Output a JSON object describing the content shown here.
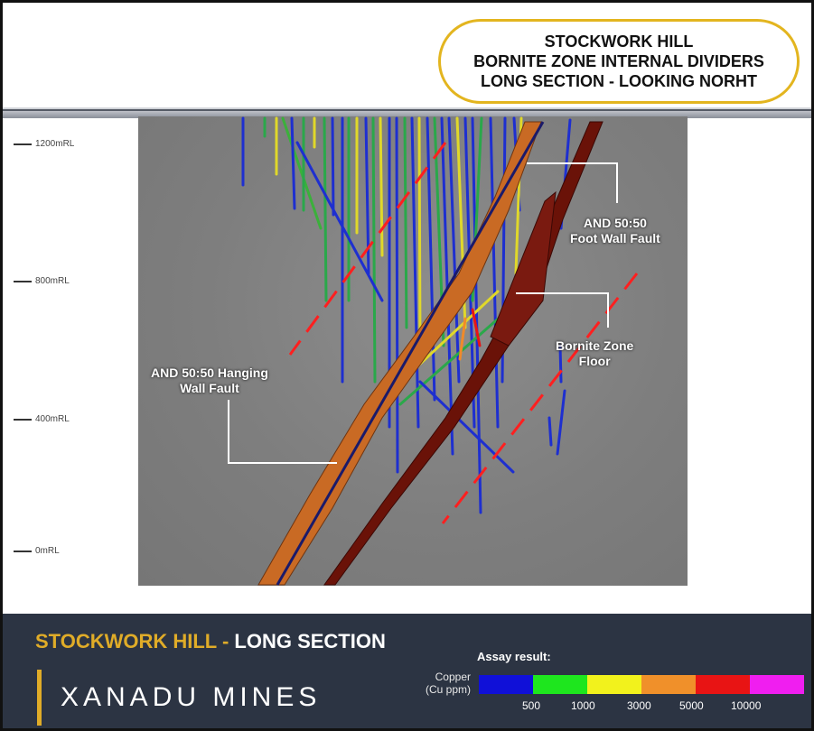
{
  "title_box": {
    "line1": "STOCKWORK HILL",
    "line2": "BORNITE ZONE INTERNAL DIVIDERS",
    "line3": "LONG SECTION - LOOKING NORHT"
  },
  "elevation_scale": [
    "1200mRL",
    "800mRL",
    "400mRL",
    "0mRL"
  ],
  "callouts": {
    "foot_wall": [
      "AND 50:50",
      "Foot Wall Fault"
    ],
    "bornite_floor": [
      "Bornite Zone",
      "Floor"
    ],
    "hanging_wall": [
      "AND 50:50 Hanging",
      "Wall Fault"
    ]
  },
  "footer": {
    "title_part1": "STOCKWORK HILL - ",
    "title_part2": "LONG SECTION",
    "company": "XANADU MINES",
    "assay_label": "Assay result:",
    "copper_label_line1": "Copper",
    "copper_label_line2": "(Cu ppm)",
    "legend_colors": [
      "#1010d8",
      "#1ee61e",
      "#f2f21c",
      "#f0902a",
      "#e81414",
      "#f01ef0"
    ],
    "legend_ticks": [
      "500",
      "1000",
      "3000",
      "5000",
      "10000"
    ]
  },
  "colors": {
    "title_border": "#e3b51f",
    "footer_bg": "#2c3443",
    "gold": "#e0ac28",
    "hanging_wall_fault": "#c96a24",
    "foot_wall_fault": "#6a1208",
    "divider_line": "#ff1f1f"
  }
}
